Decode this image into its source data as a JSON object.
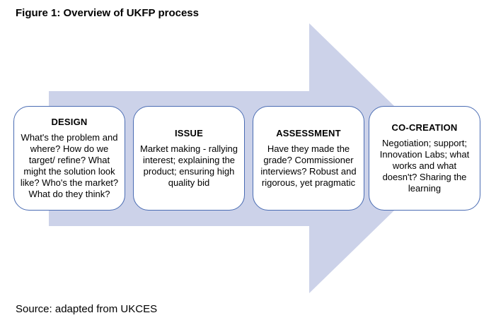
{
  "title": "Figure 1: Overview of UKFP process",
  "source_note": "Source: adapted from UKCES",
  "colors": {
    "arrow": "#ccd2e9",
    "box_border": "#4a6cb3",
    "box_bg": "#ffffff",
    "text": "#000000"
  },
  "arrow": {
    "semantic": "process-flow-arrow",
    "direction": "right"
  },
  "stages": [
    {
      "heading": "DESIGN",
      "body": "What's the problem and where? How do we target/ refine? What might the solution look like? Who's the market? What do they think?"
    },
    {
      "heading": "ISSUE",
      "body": "Market making - rallying interest; explaining the product; ensuring high quality bid"
    },
    {
      "heading": "ASSESSMENT",
      "body": "Have they made the grade? Commissioner interviews? Robust and rigorous, yet pragmatic"
    },
    {
      "heading": "CO-CREATION",
      "body": "Negotiation; support; Innovation Labs; what works and what doesn't? Sharing the learning"
    }
  ]
}
